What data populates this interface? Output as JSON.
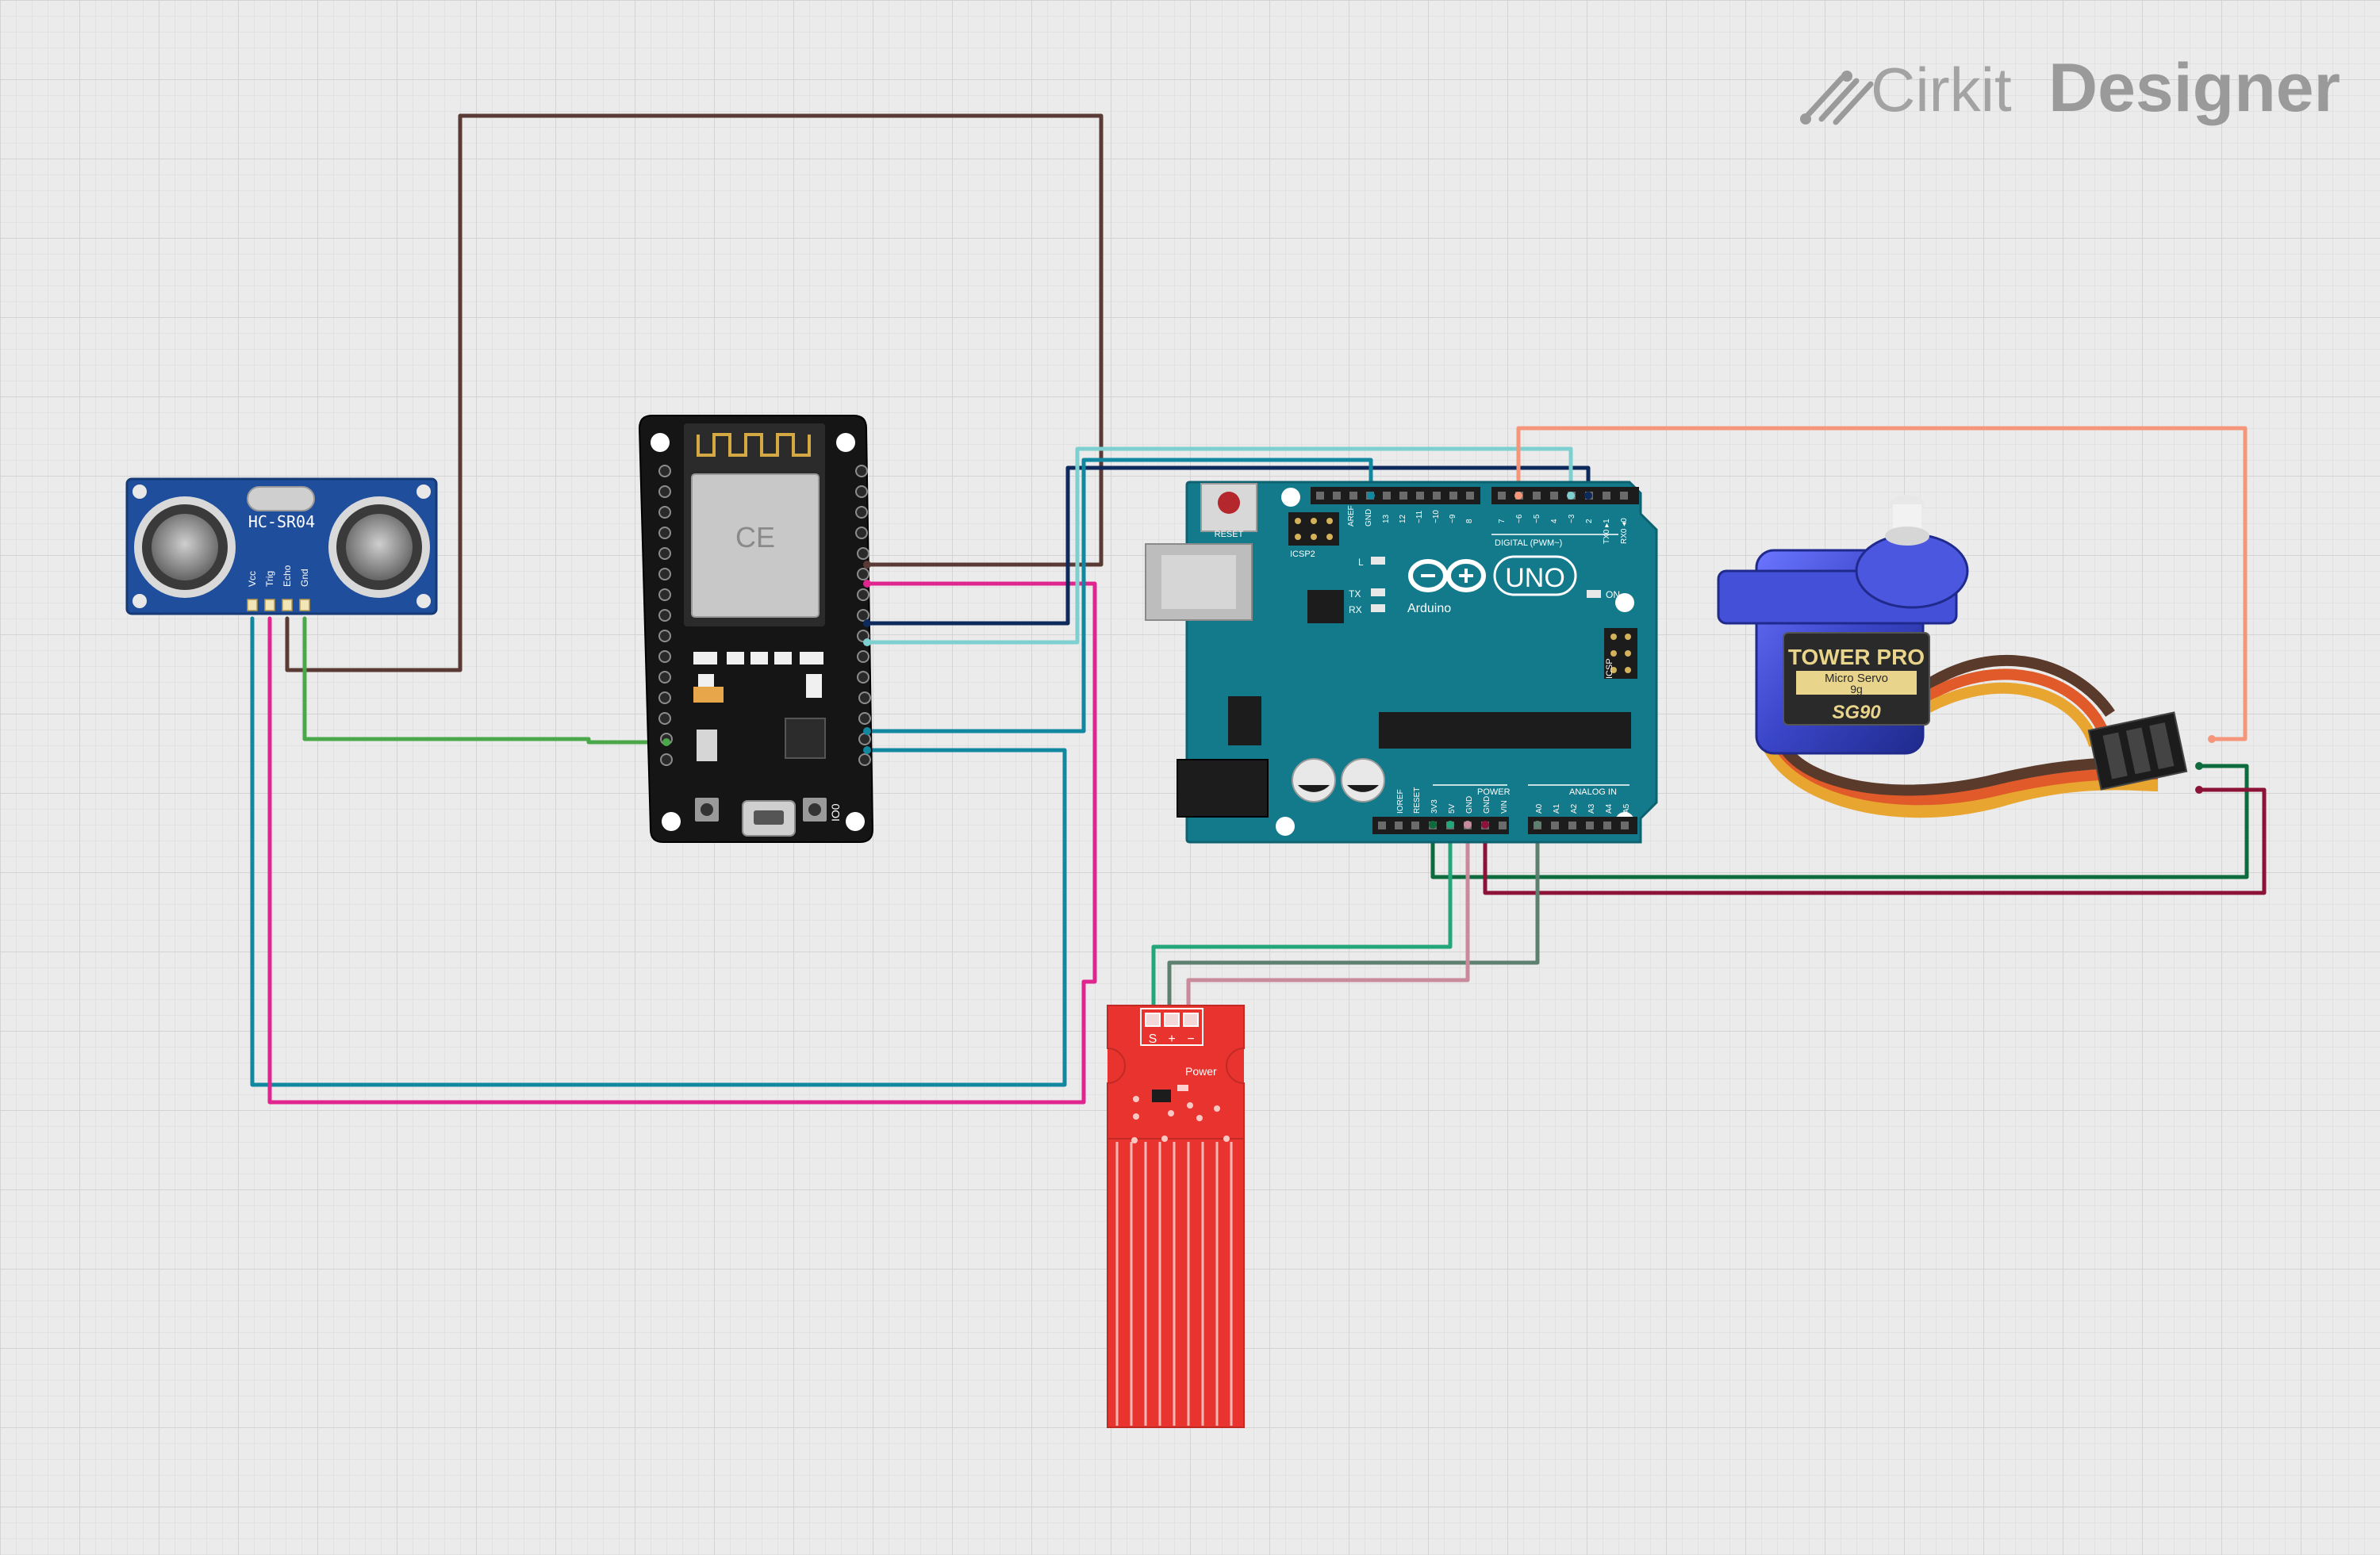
{
  "app": {
    "brand_light": "Cirkit",
    "brand_bold": "Designer",
    "logo_icon": "cirkit-logo-icon"
  },
  "components": {
    "hcsr04": {
      "label": "HC-SR04",
      "pins": [
        "Vcc",
        "Trig",
        "Echo",
        "Gnd"
      ],
      "color": "#1f4f9c"
    },
    "esp32": {
      "chip_mark": "CE",
      "button_label": "IO0",
      "color": "#1a1a1a"
    },
    "arduino": {
      "reset_label": "RESET",
      "icsp2_label": "ICSP2",
      "icsp_label": "ICSP",
      "aref_label": "AREF",
      "gnd_label": "GND",
      "digital_label": "DIGITAL (PWM~)",
      "digital_pins": [
        "13",
        "12",
        "~11",
        "~10",
        "~9",
        "8",
        "7",
        "~6",
        "~5",
        "4",
        "~3",
        "2",
        "TX0 ▸1",
        "RX0 ◂0"
      ],
      "led_labels": [
        "L",
        "TX",
        "RX"
      ],
      "on_label": "ON",
      "uno_label": "UNO",
      "brand_label": "Arduino",
      "power_label": "POWER",
      "power_pins": [
        "IOREF",
        "RESET",
        "3V3",
        "5V",
        "GND",
        "GND",
        "VIN"
      ],
      "analog_label": "ANALOG IN",
      "analog_pins": [
        "A0",
        "A1",
        "A2",
        "A3",
        "A4",
        "A5"
      ],
      "color": "#127a8a"
    },
    "servo": {
      "brand": "TOWER PRO",
      "model_line1": "Micro Servo",
      "model_line2": "9g",
      "model": "SG90",
      "color": "#3b46c9"
    },
    "water_sensor": {
      "pins": [
        "S",
        "+",
        "−"
      ],
      "power_label": "Power",
      "color": "#e8332f"
    }
  },
  "wire_colors": {
    "brown": "#5a3a34",
    "green": "#4aa84a",
    "teal": "#1287a0",
    "magenta": "#e0258f",
    "navy": "#0e2a5c",
    "light_teal": "#7ecfcf",
    "salmon": "#f5967a",
    "dark_green": "#0d6b3e",
    "crimson": "#8c1238",
    "sea_green": "#22a67a",
    "grey_green": "#5e8070",
    "mauve": "#c98a9c"
  }
}
